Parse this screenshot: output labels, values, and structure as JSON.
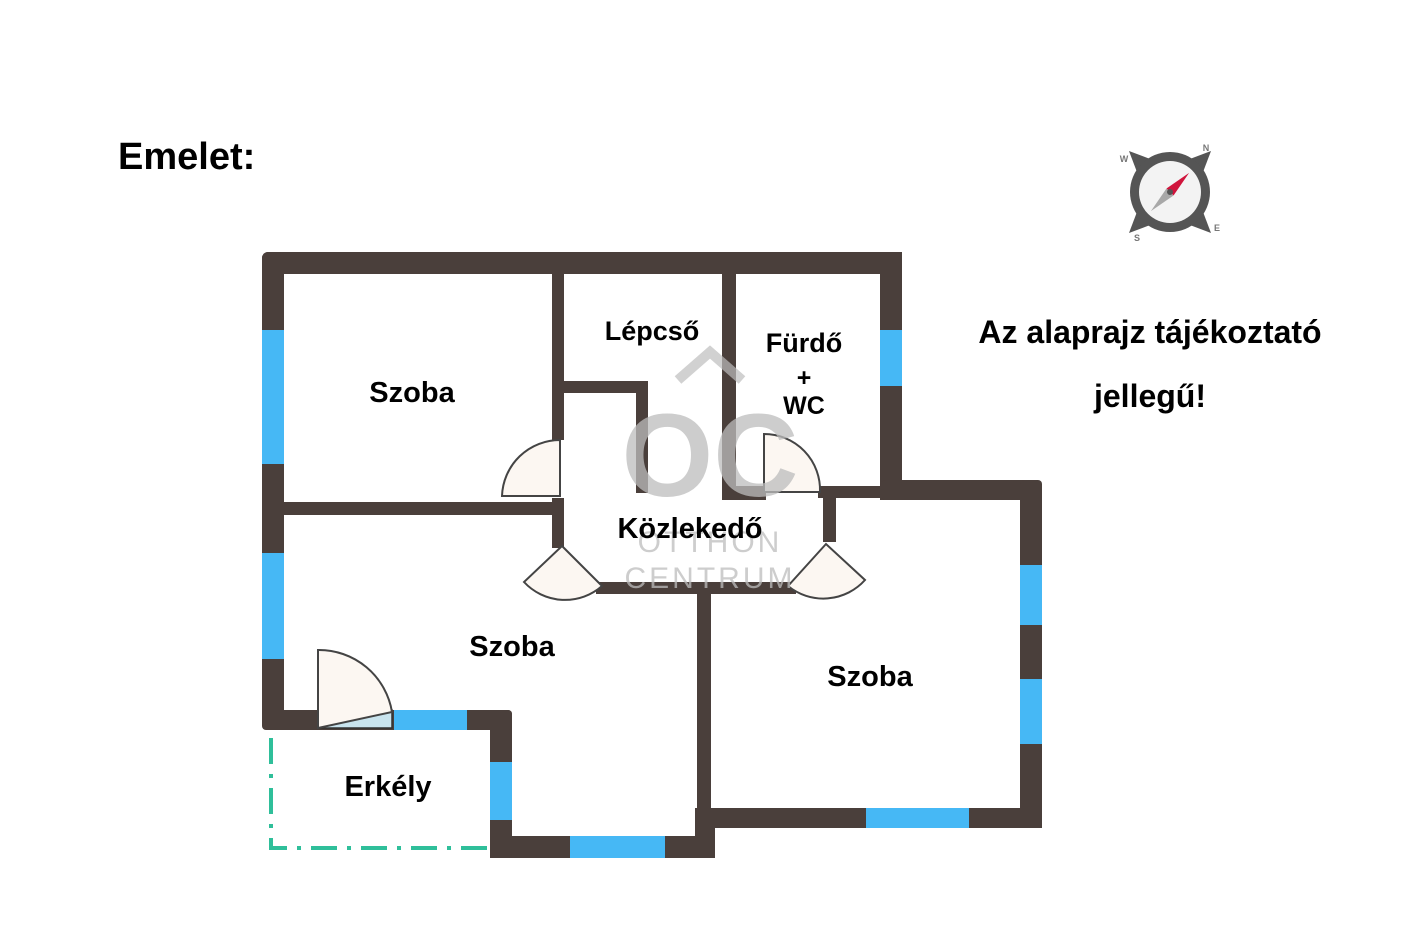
{
  "heading": "Emelet:",
  "note": {
    "line1": "Az alaprajz tájékoztató",
    "line2": "jellegű!"
  },
  "rooms": {
    "szoba_top_left": "Szoba",
    "lepcso": "Lépcső",
    "furdo_line1": "Fürdő",
    "furdo_line2": "+",
    "furdo_line3": "WC",
    "kozlekedo": "Közlekedő",
    "szoba_bottom_left": "Szoba",
    "szoba_right": "Szoba",
    "erkely": "Erkély"
  },
  "watermark": {
    "logo": "OC",
    "line1": "OTTHON",
    "line2": "CENTRUM"
  },
  "compass": {
    "n": "N",
    "e": "E",
    "s": "S",
    "w": "W"
  },
  "colors": {
    "wall": "#4a3f3b",
    "window": "#46b8f5",
    "balcony_outline": "#2fbf9a",
    "door_fill": "#fcf7f2",
    "needle": "#d0143c"
  },
  "icons": [
    "compass-icon",
    "door-icon",
    "logo-watermark"
  ]
}
